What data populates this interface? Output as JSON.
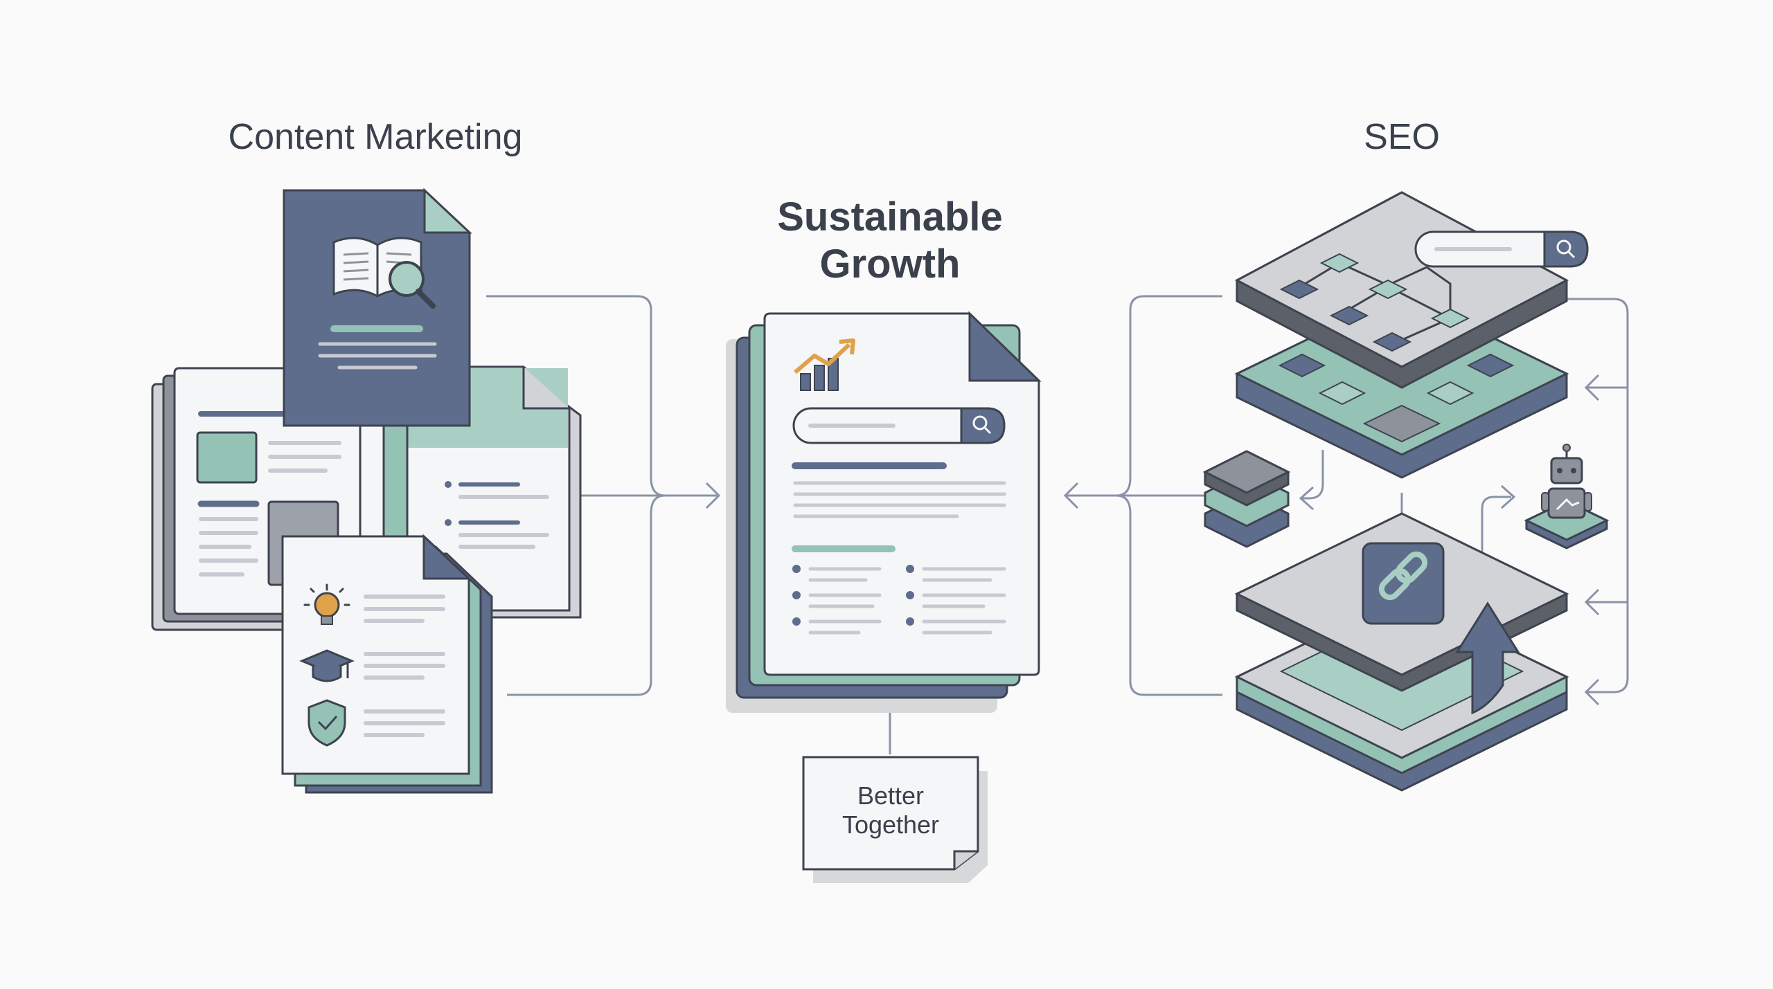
{
  "headings": {
    "content_marketing": "Content Marketing",
    "seo": "SEO",
    "center_line1": "Sustainable",
    "center_line2": "Growth"
  },
  "note": {
    "line1": "Better",
    "line2": "Together"
  },
  "icons": {
    "content_top": "open-book-magnifier-icon",
    "content_ideas": "lightbulb-icon",
    "content_education": "graduation-cap-icon",
    "content_trust": "shield-check-icon",
    "center_growth": "growth-chart-icon",
    "center_search": "search-icon",
    "seo_search": "search-icon",
    "seo_link": "link-icon",
    "seo_robot": "robot-icon",
    "seo_stack": "database-stack-icon",
    "seo_arrow": "up-arrow-icon"
  },
  "colors": {
    "slate": "#5f6d8c",
    "slate_dark": "#4b5570",
    "sage": "#94c2b5",
    "sage_light": "#a9cfc4",
    "paper": "#f5f6f7",
    "gray_panel": "#d2d3d6",
    "outline": "#3e4350",
    "line": "#8a93a6",
    "accent_orange": "#e0a14b"
  }
}
